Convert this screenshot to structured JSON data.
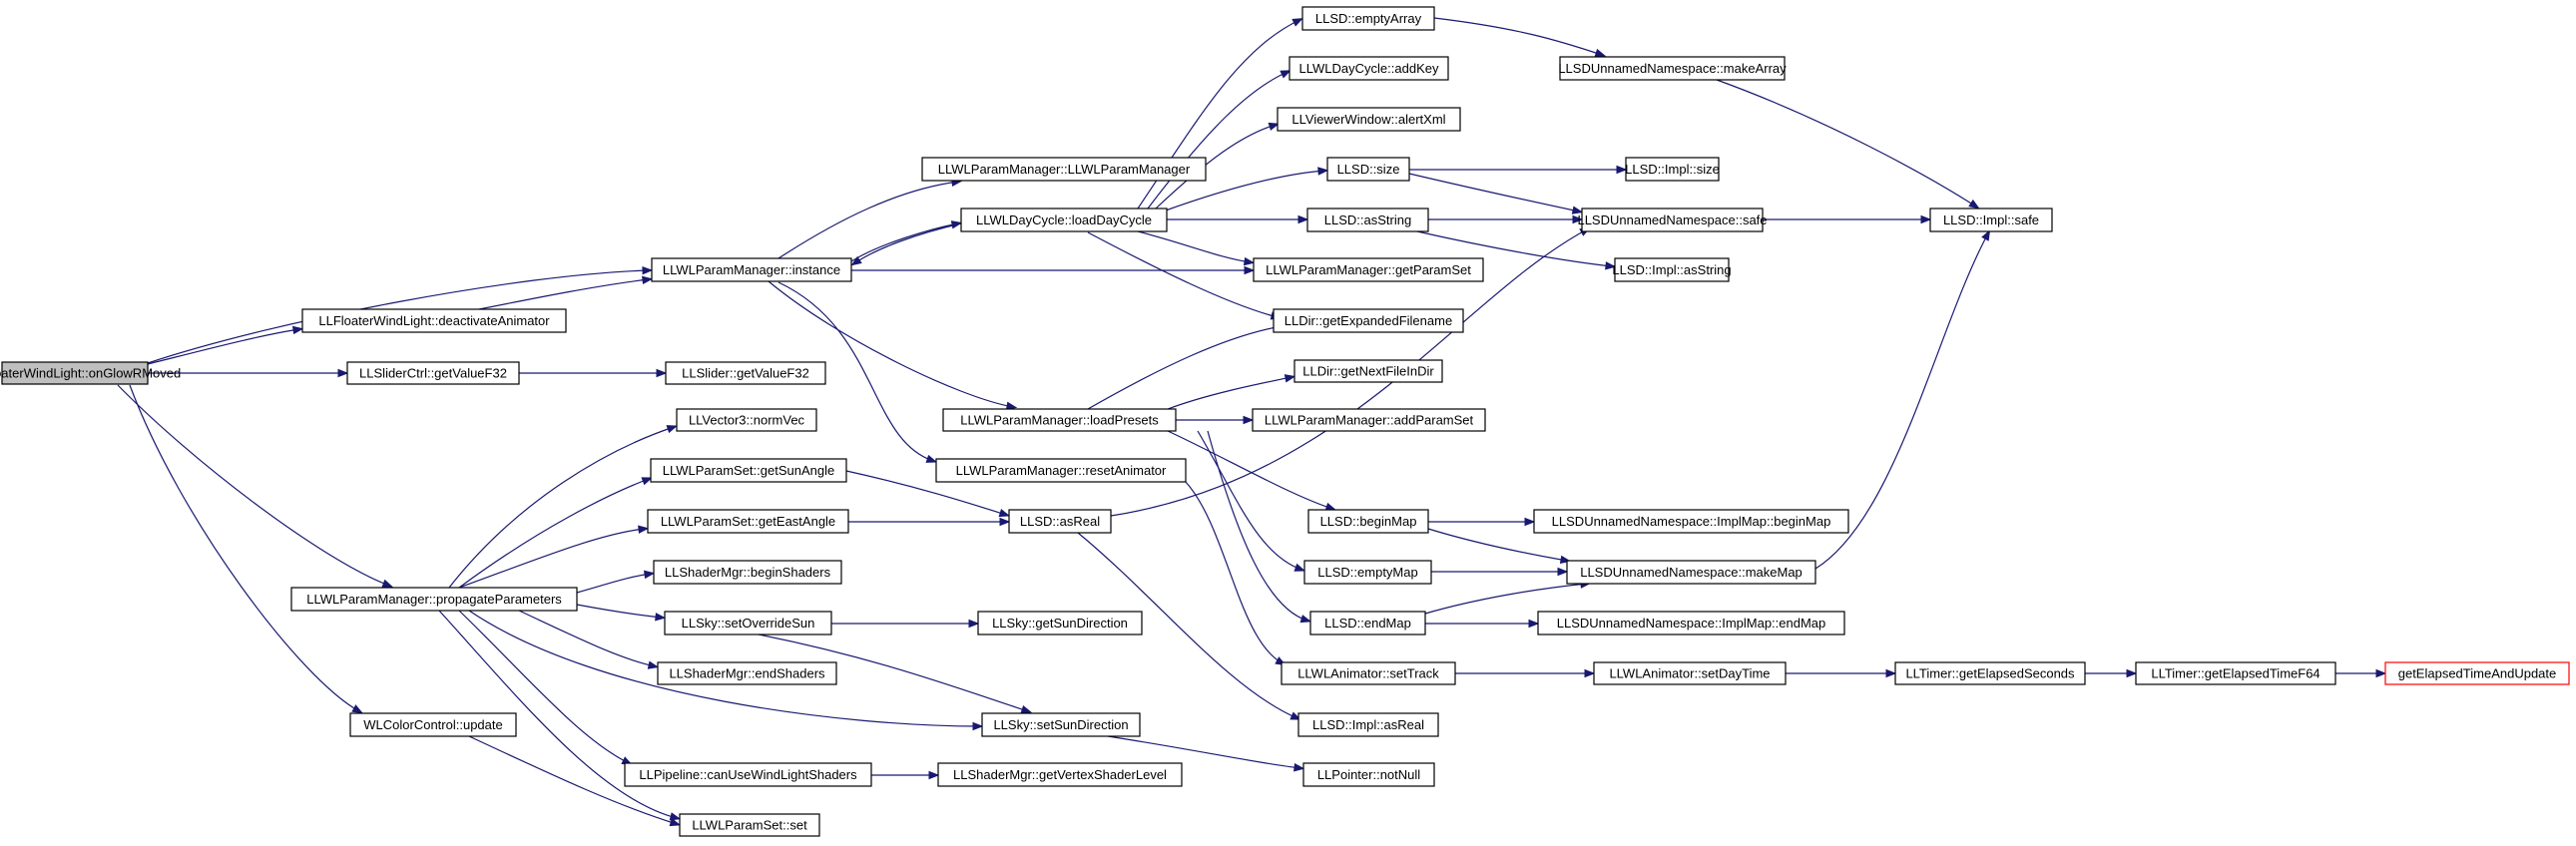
{
  "diagram": {
    "type": "call-graph",
    "colors": {
      "edge": "#191970",
      "node_border": "#000000",
      "root_fill": "#bfbfbf",
      "highlight_border": "#ff0000",
      "background": "#ffffff"
    },
    "nodes": {
      "n_onglow": "LLFloaterWindLight::onGlowRMoved",
      "n_instance": "LLWLParamManager::instance",
      "n_deactivate": "LLFloaterWindLight::deactivateAnimator",
      "n_slider_ctrl": "LLSliderCtrl::getValueF32",
      "n_slider": "LLSlider::getValueF32",
      "n_propagate": "LLWLParamManager::propagateParameters",
      "n_wlcolor": "WLColorControl::update",
      "n_ctor": "LLWLParamManager::LLWLParamManager",
      "n_loaddaycycle": "LLWLDayCycle::loadDayCycle",
      "n_loadpresets": "LLWLParamManager::loadPresets",
      "n_resetanim": "LLWLParamManager::resetAnimator",
      "n_normvec": "LLVector3::normVec",
      "n_getsunangle": "LLWLParamSet::getSunAngle",
      "n_geteastangle": "LLWLParamSet::getEastAngle",
      "n_beginshaders": "LLShaderMgr::beginShaders",
      "n_setoverridesun": "LLSky::setOverrideSun",
      "n_endshaders": "LLShaderMgr::endShaders",
      "n_canuse": "LLPipeline::canUseWindLightShaders",
      "n_set": "LLWLParamSet::set",
      "n_asreal": "LLSD::asReal",
      "n_getsundir": "LLSky::getSunDirection",
      "n_setsundir": "LLSky::setSunDirection",
      "n_getvertex": "LLShaderMgr::getVertexShaderLevel",
      "n_emptyarray": "LLSD::emptyArray",
      "n_addkey": "LLWLDayCycle::addKey",
      "n_alertxml": "LLViewerWindow::alertXml",
      "n_size": "LLSD::size",
      "n_asstring": "LLSD::asString",
      "n_getparamset": "LLWLParamManager::getParamSet",
      "n_getexpanded": "LLDir::getExpandedFilename",
      "n_getnextfile": "LLDir::getNextFileInDir",
      "n_addparamset": "LLWLParamManager::addParamSet",
      "n_beginmap": "LLSD::beginMap",
      "n_emptymap": "LLSD::emptyMap",
      "n_endmap": "LLSD::endMap",
      "n_settrack": "LLWLAnimator::setTrack",
      "n_impl_asreal": "LLSD::Impl::asReal",
      "n_notnull": "LLPointer::notNull",
      "n_makearray": "LLSDUnnamedNamespace::makeArray",
      "n_impl_size": "LLSD::Impl::size",
      "n_safe": "LLSDUnnamedNamespace::safe",
      "n_impl_asstring": "LLSD::Impl::asString",
      "n_implmap_begin": "LLSDUnnamedNamespace::ImplMap::beginMap",
      "n_makemap": "LLSDUnnamedNamespace::makeMap",
      "n_implmap_end": "LLSDUnnamedNamespace::ImplMap::endMap",
      "n_setdaytime": "LLWLAnimator::setDayTime",
      "n_impl_safe": "LLSD::Impl::safe",
      "n_getelapsed": "LLTimer::getElapsedSeconds",
      "n_getelapsedf64": "LLTimer::getElapsedTimeF64",
      "n_getelapsedupdate": "getElapsedTimeAndUpdate"
    },
    "edges": [
      [
        "n_onglow",
        "n_instance"
      ],
      [
        "n_onglow",
        "n_deactivate"
      ],
      [
        "n_onglow",
        "n_slider_ctrl"
      ],
      [
        "n_onglow",
        "n_propagate"
      ],
      [
        "n_onglow",
        "n_wlcolor"
      ],
      [
        "n_deactivate",
        "n_instance"
      ],
      [
        "n_slider_ctrl",
        "n_slider"
      ],
      [
        "n_instance",
        "n_ctor"
      ],
      [
        "n_instance",
        "n_loaddaycycle"
      ],
      [
        "n_loaddaycycle",
        "n_instance"
      ],
      [
        "n_instance",
        "n_getparamset"
      ],
      [
        "n_instance",
        "n_loadpresets"
      ],
      [
        "n_instance",
        "n_resetanim"
      ],
      [
        "n_loaddaycycle",
        "n_emptyarray"
      ],
      [
        "n_loaddaycycle",
        "n_addkey"
      ],
      [
        "n_loaddaycycle",
        "n_alertxml"
      ],
      [
        "n_loaddaycycle",
        "n_size"
      ],
      [
        "n_loaddaycycle",
        "n_asstring"
      ],
      [
        "n_loaddaycycle",
        "n_getparamset"
      ],
      [
        "n_loaddaycycle",
        "n_getexpanded"
      ],
      [
        "n_loadpresets",
        "n_getexpanded"
      ],
      [
        "n_loadpresets",
        "n_getnextfile"
      ],
      [
        "n_loadpresets",
        "n_addparamset"
      ],
      [
        "n_loadpresets",
        "n_beginmap"
      ],
      [
        "n_loadpresets",
        "n_emptymap"
      ],
      [
        "n_loadpresets",
        "n_endmap"
      ],
      [
        "n_resetanim",
        "n_settrack"
      ],
      [
        "n_propagate",
        "n_normvec"
      ],
      [
        "n_propagate",
        "n_getsunangle"
      ],
      [
        "n_propagate",
        "n_geteastangle"
      ],
      [
        "n_propagate",
        "n_beginshaders"
      ],
      [
        "n_propagate",
        "n_setoverridesun"
      ],
      [
        "n_propagate",
        "n_endshaders"
      ],
      [
        "n_propagate",
        "n_setsundir"
      ],
      [
        "n_propagate",
        "n_canuse"
      ],
      [
        "n_propagate",
        "n_set"
      ],
      [
        "n_wlcolor",
        "n_set"
      ],
      [
        "n_getsunangle",
        "n_asreal"
      ],
      [
        "n_geteastangle",
        "n_asreal"
      ],
      [
        "n_asreal",
        "n_safe"
      ],
      [
        "n_asreal",
        "n_impl_asreal"
      ],
      [
        "n_setoverridesun",
        "n_getsundir"
      ],
      [
        "n_setoverridesun",
        "n_setsundir"
      ],
      [
        "n_setsundir",
        "n_notnull"
      ],
      [
        "n_canuse",
        "n_getvertex"
      ],
      [
        "n_emptyarray",
        "n_makearray"
      ],
      [
        "n_makearray",
        "n_impl_safe"
      ],
      [
        "n_size",
        "n_impl_size"
      ],
      [
        "n_size",
        "n_safe"
      ],
      [
        "n_asstring",
        "n_safe"
      ],
      [
        "n_asstring",
        "n_impl_asstring"
      ],
      [
        "n_safe",
        "n_impl_safe"
      ],
      [
        "n_beginmap",
        "n_implmap_begin"
      ],
      [
        "n_beginmap",
        "n_makemap"
      ],
      [
        "n_emptymap",
        "n_makemap"
      ],
      [
        "n_endmap",
        "n_makemap"
      ],
      [
        "n_endmap",
        "n_implmap_end"
      ],
      [
        "n_makemap",
        "n_impl_safe"
      ],
      [
        "n_settrack",
        "n_setdaytime"
      ],
      [
        "n_setdaytime",
        "n_getelapsed"
      ],
      [
        "n_getelapsed",
        "n_getelapsedf64"
      ],
      [
        "n_getelapsedf64",
        "n_getelapsedupdate"
      ]
    ]
  }
}
